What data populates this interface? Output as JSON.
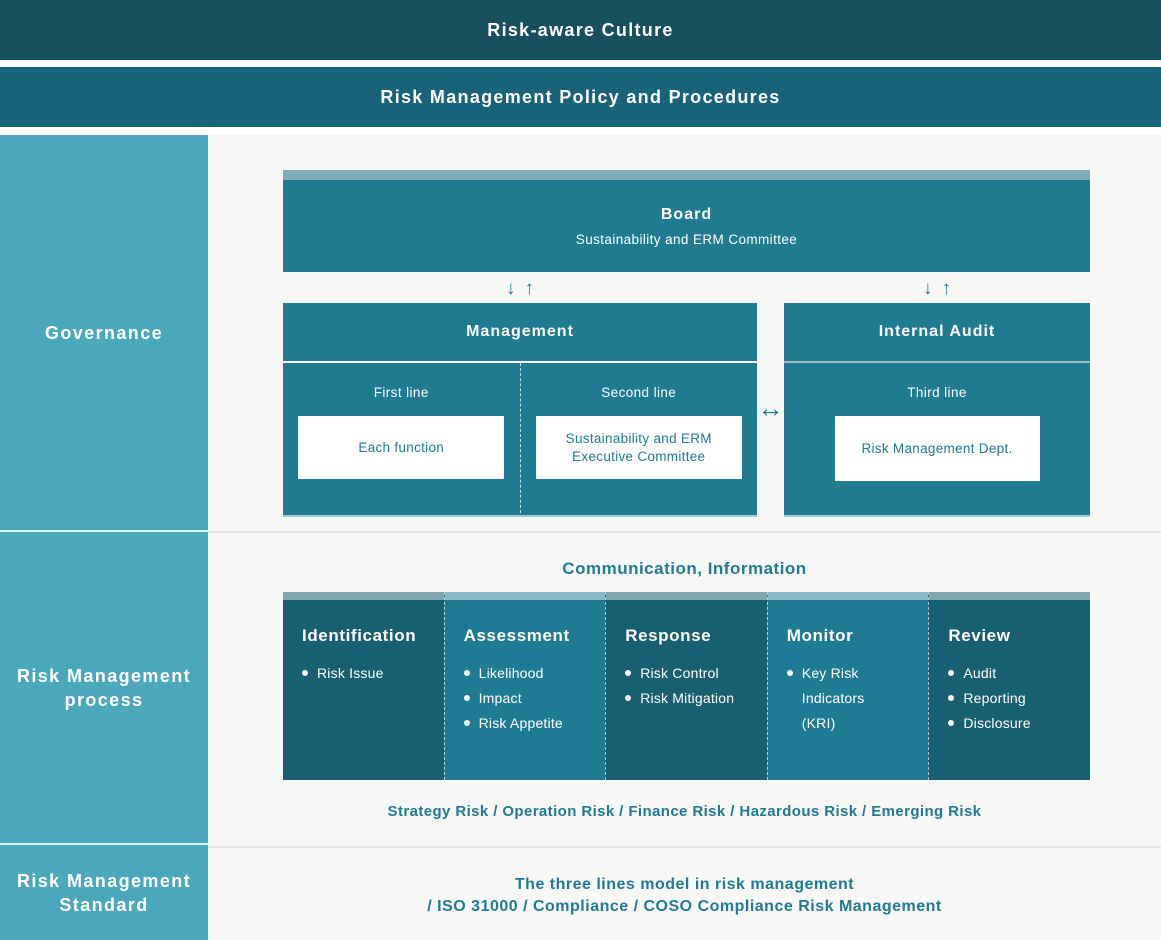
{
  "colors": {
    "top_bar": "#174f5e",
    "policy_bar": "#186379",
    "sidebar": "#4ba8bc",
    "box_teal": "#1f7a92",
    "column_dark": "#175f71",
    "column_light": "#1f7b94",
    "board_strip": "#7fabba",
    "accent_text": "#1f7a93",
    "main_background": "#f7f7f6"
  },
  "banners": {
    "culture": "Risk-aware Culture",
    "policy": "Risk Management Policy and Procedures"
  },
  "sidebar": {
    "sections": [
      {
        "label": "Governance"
      },
      {
        "label": "Risk Management process"
      },
      {
        "label": "Risk Management Standard"
      }
    ]
  },
  "governance": {
    "board": {
      "title": "Board",
      "subtitle": "Sustainability and ERM Committee"
    },
    "arrows": {
      "down": "↓",
      "up": "↑",
      "both": "↔"
    },
    "management": {
      "title": "Management",
      "columns": [
        {
          "line_label": "First line",
          "card": "Each function"
        },
        {
          "line_label": "Second line",
          "card": "Sustainability and ERM Executive Committee"
        }
      ]
    },
    "internal_audit": {
      "title": "Internal Audit",
      "line_label": "Third line",
      "card": "Risk Management Dept."
    }
  },
  "process": {
    "heading": "Communication, Information",
    "columns": [
      {
        "title": "Identification",
        "items": [
          "Risk Issue"
        ]
      },
      {
        "title": "Assessment",
        "items": [
          "Likelihood",
          "Impact",
          "Risk Appetite"
        ]
      },
      {
        "title": "Response",
        "items": [
          "Risk Control",
          "Risk Mitigation"
        ]
      },
      {
        "title": "Monitor",
        "items": [
          "Key Risk Indicators (KRI)"
        ]
      },
      {
        "title": "Review",
        "items": [
          "Audit",
          "Reporting",
          "Disclosure"
        ]
      }
    ],
    "risk_categories": "Strategy Risk / Operation Risk / Finance Risk / Hazardous Risk / Emerging Risk"
  },
  "standard": {
    "line1": "The three lines model in risk management",
    "line2": "/ ISO 31000 / Compliance / COSO Compliance Risk Management"
  }
}
